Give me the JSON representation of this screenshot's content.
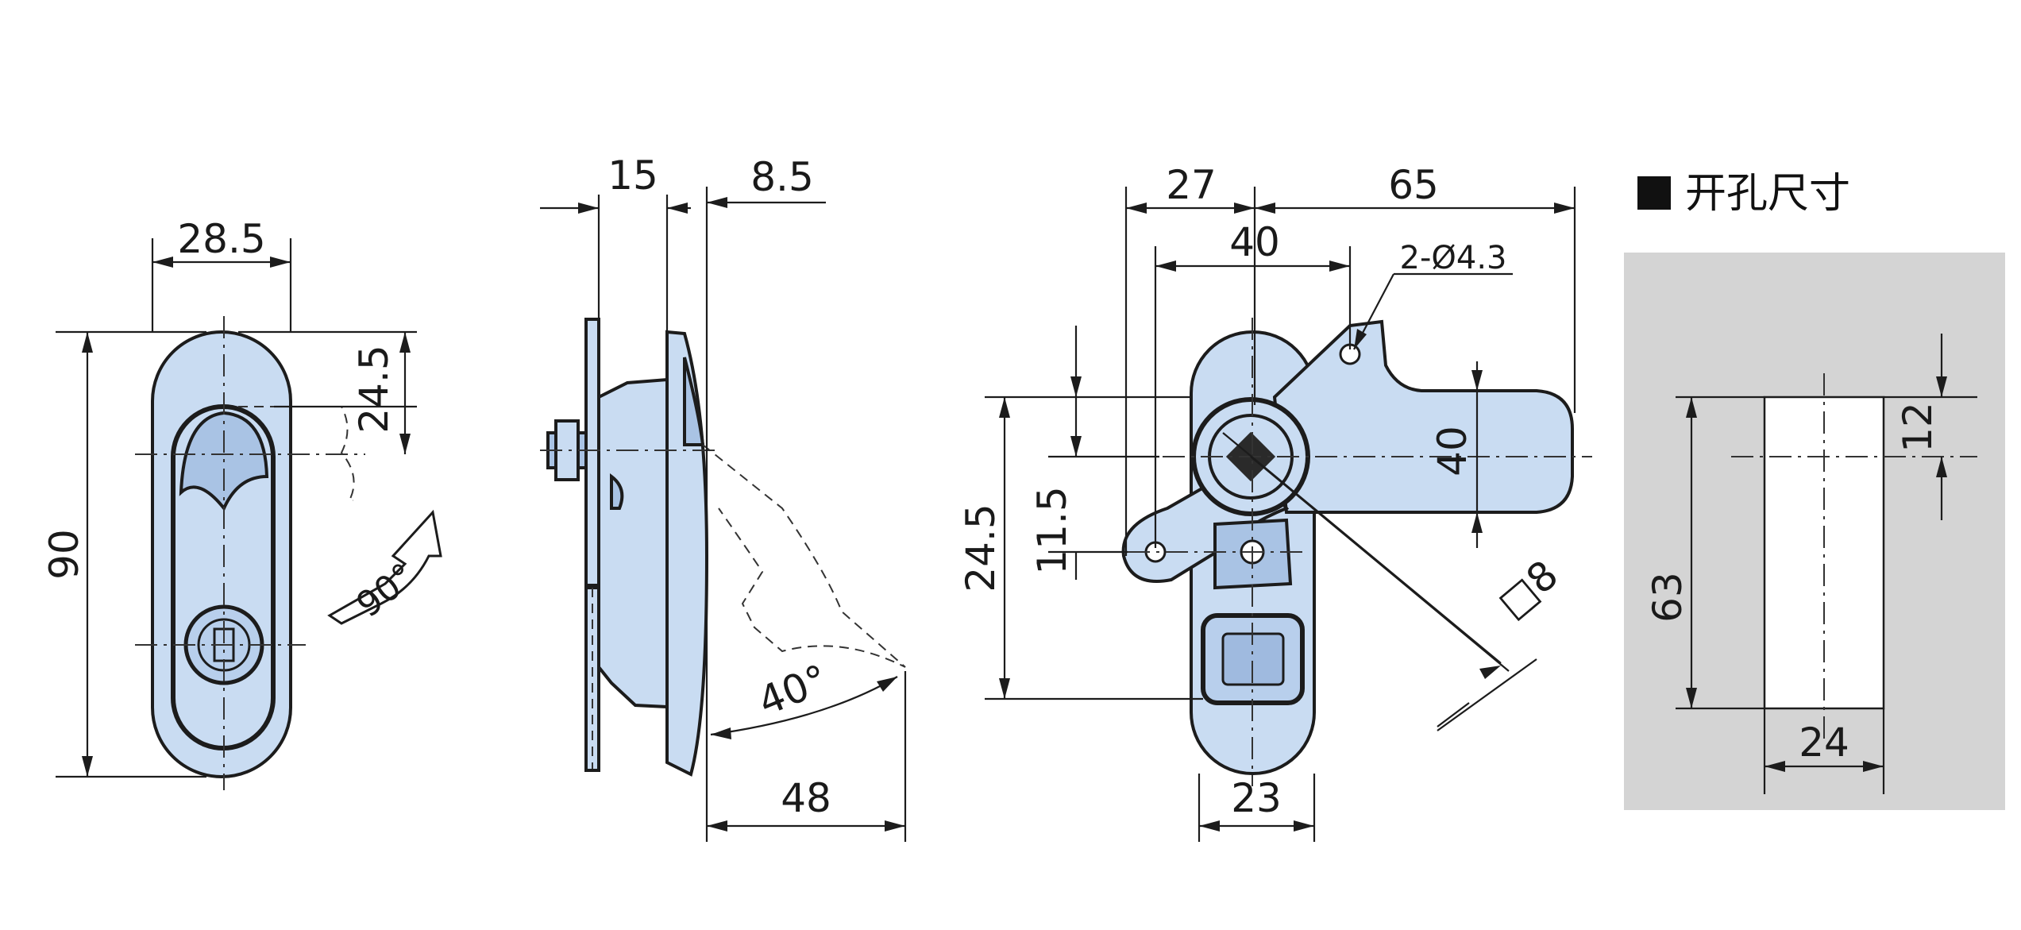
{
  "cutout": {
    "title": "开孔尺寸",
    "title_marker": "black-square",
    "panel_color": "#d4d4d4"
  },
  "colors": {
    "part_fill": "#c9dcf2",
    "part_shade": "#a9c3e4",
    "outline": "#1c1c1c"
  },
  "front_view": {
    "width": "28.5",
    "height": "90",
    "offset": "24.5",
    "rotation": "90°"
  },
  "side_view": {
    "top_left": "15",
    "top_right": "8.5",
    "swing_angle": "40°",
    "swing_depth": "48"
  },
  "rear_view": {
    "top_left": "27",
    "top_right": "65",
    "hole_spacing": "40",
    "holes": "2-Ø4.3",
    "cam_height": "40",
    "left_outer": "24.5",
    "left_inner": "11.5",
    "square": "□8",
    "bottom": "23"
  },
  "cutout_dims": {
    "height": "63",
    "offset": "12",
    "width": "24"
  }
}
